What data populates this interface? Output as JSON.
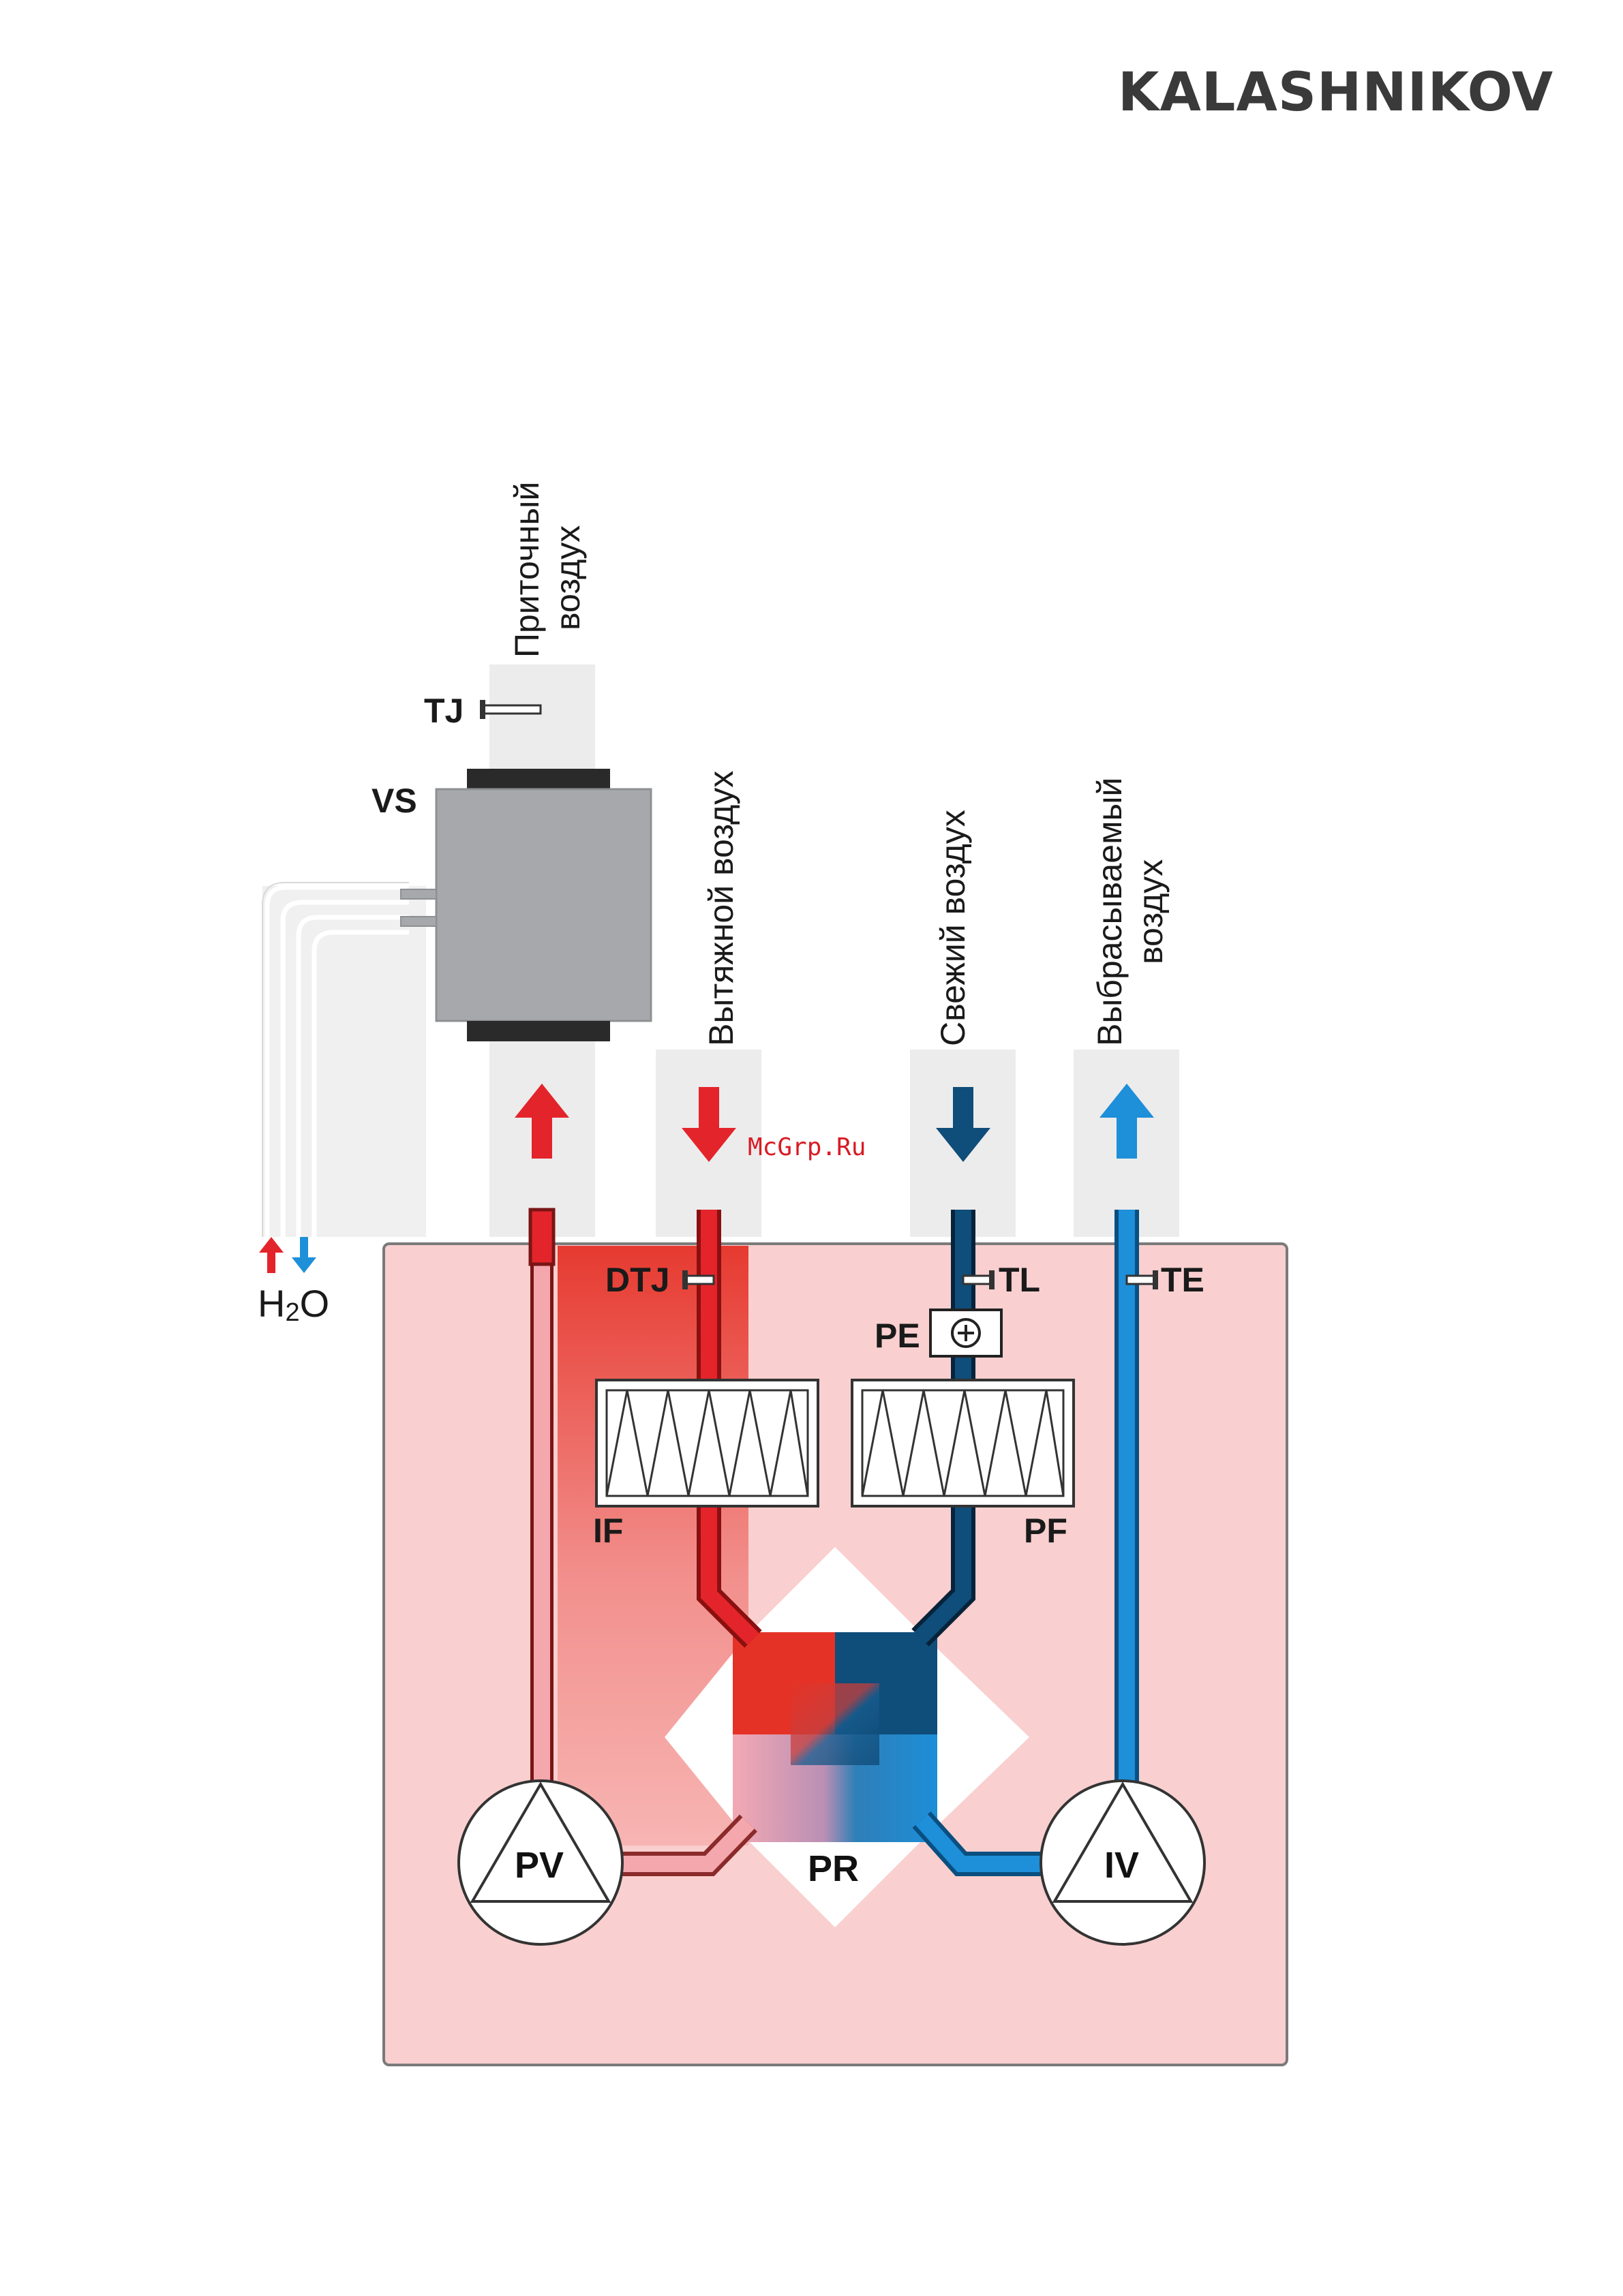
{
  "brand": "KALASHNIKOV",
  "watermark": "McGrp.Ru",
  "airflows": {
    "supply": {
      "line1": "Приточный",
      "line2": "воздух"
    },
    "extract": "Вытяжной воздух",
    "fresh": "Свежий воздух",
    "exhaust": {
      "line1": "Выбрасываемый",
      "line2": "воздух"
    }
  },
  "components": {
    "tj": "TJ",
    "vs": "VS",
    "dtj": "DTJ",
    "tl": "TL",
    "te": "TE",
    "pe": "PE",
    "if": "IF",
    "pf": "PF",
    "pv": "PV",
    "pr": "PR",
    "iv": "IV"
  },
  "water": {
    "h": "H",
    "sub": "2",
    "o": "O"
  },
  "colors": {
    "unit_body": "#f9cfcf",
    "warm_red": "#e4242b",
    "cold_dark_blue": "#0f4d7a",
    "cold_light_blue": "#1e8fd9",
    "duct_grey": "#ececec",
    "heater_grey": "#a6a8ab"
  },
  "icons": [
    "arrow-up-icon",
    "arrow-down-icon",
    "plus-circle-icon",
    "triangle-fan-icon",
    "zigzag-filter-icon"
  ]
}
